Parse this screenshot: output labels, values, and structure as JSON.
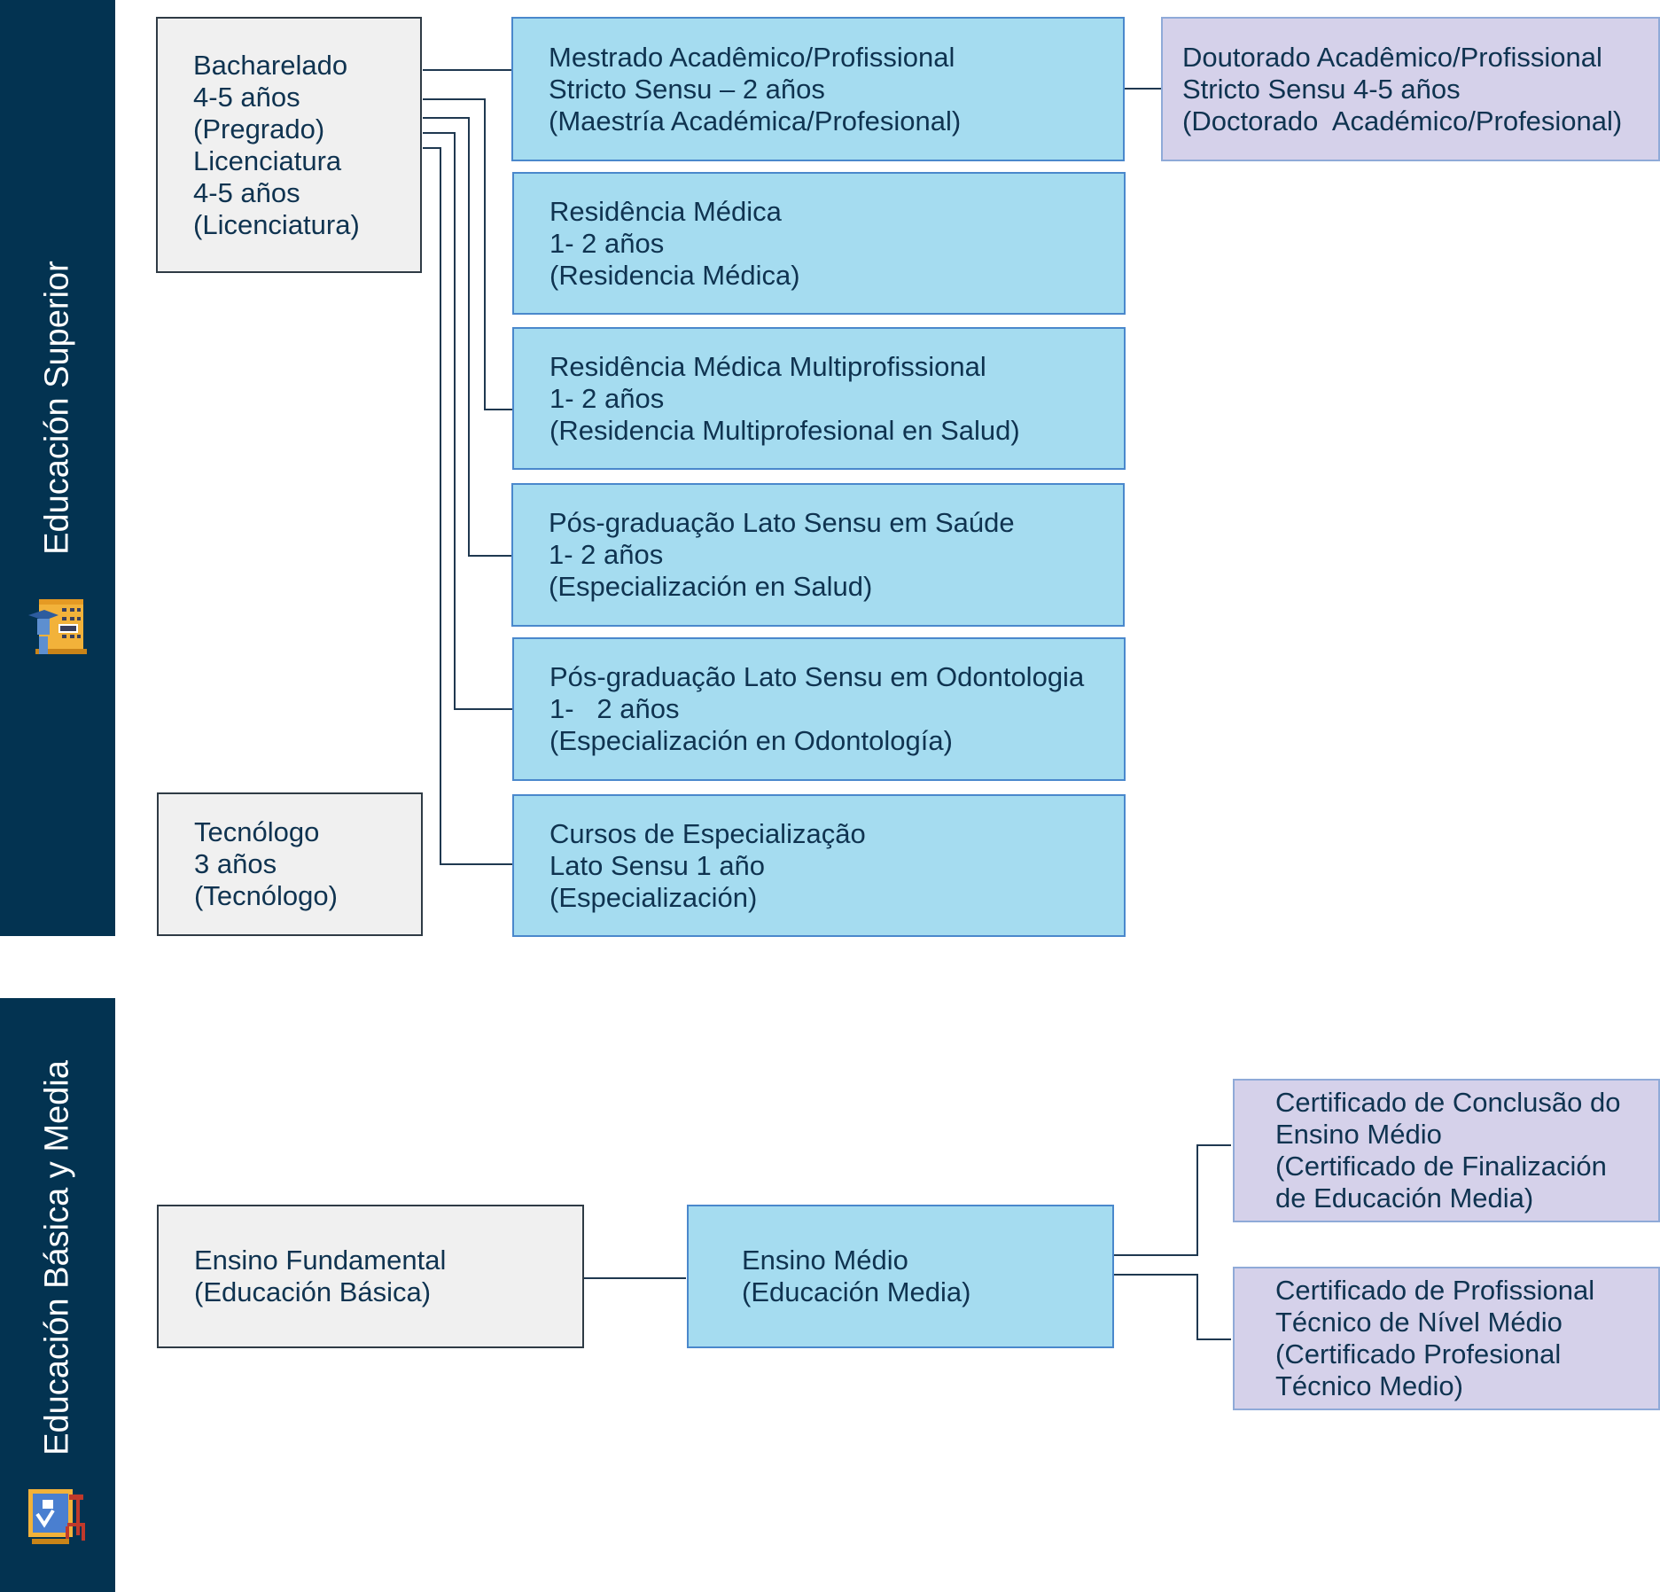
{
  "colors": {
    "band": "#033351",
    "band_text": "#ffffff",
    "grey_box": "#f0f0f0",
    "blue_box": "#a5dcf0",
    "lavender_box": "#d5d1ea",
    "text": "#0f3350",
    "connector": "#1f3850"
  },
  "superior": {
    "label": "Educación Superior",
    "icon": "university-building-icon",
    "bacharelado": {
      "l1": "Bacharelado",
      "l2": "4-5 años",
      "l3": "(Pregrado)",
      "l4": "Licenciatura",
      "l5": "4-5 años",
      "l6": "(Licenciatura)"
    },
    "tecnologo": {
      "l1": "Tecnólogo",
      "l2": "3 años",
      "l3": "(Tecnólogo)"
    },
    "mestrado": {
      "l1": "Mestrado Acadêmico/Profissional",
      "l2": "Stricto Sensu – 2 años",
      "l3": "(Maestría Académica/Profesional)"
    },
    "residencia": {
      "l1": "Residência Médica",
      "l2": "1- 2 años",
      "l3": "(Residencia Médica)"
    },
    "residencia_multi": {
      "l1": "Residência Médica Multiprofissional",
      "l2": "1- 2 años",
      "l3": "(Residencia Multiprofesional en Salud)"
    },
    "pos_saude": {
      "l1": "Pós-graduação Lato Sensu em Saúde",
      "l2": "1- 2 años",
      "l3": "(Especialización en Salud)"
    },
    "pos_odonto": {
      "l1": "Pós-graduação Lato Sensu em Odontologia",
      "l2": "1-   2 años",
      "l3": "(Especialización en Odontología)"
    },
    "cursos": {
      "l1": "Cursos de Especialização",
      "l2": "Lato Sensu 1 año",
      "l3": "(Especialización)"
    },
    "doutorado": {
      "l1": "Doutorado Acadêmico/Profissional",
      "l2": "Stricto Sensu 4-5 años",
      "l3": "(Doctorado  Académico/Profesional)"
    }
  },
  "basica": {
    "label": "Educación Básica y Media",
    "icon": "blackboard-icon",
    "fundamental": {
      "l1": "Ensino Fundamental",
      "l2": "(Educación Básica)"
    },
    "medio": {
      "l1": "Ensino Médio",
      "l2": "(Educación Media)"
    },
    "cert_conclusao": {
      "l1": "Certificado de Conclusão do",
      "l2": "Ensino Médio",
      "l3": "(Certificado de Finalización",
      "l4": "de Educación Media)"
    },
    "cert_tecnico": {
      "l1": "Certificado de Profissional",
      "l2": "Técnico de Nível Médio",
      "l3": "(Certificado Profesional",
      "l4": "Técnico Medio)"
    }
  }
}
